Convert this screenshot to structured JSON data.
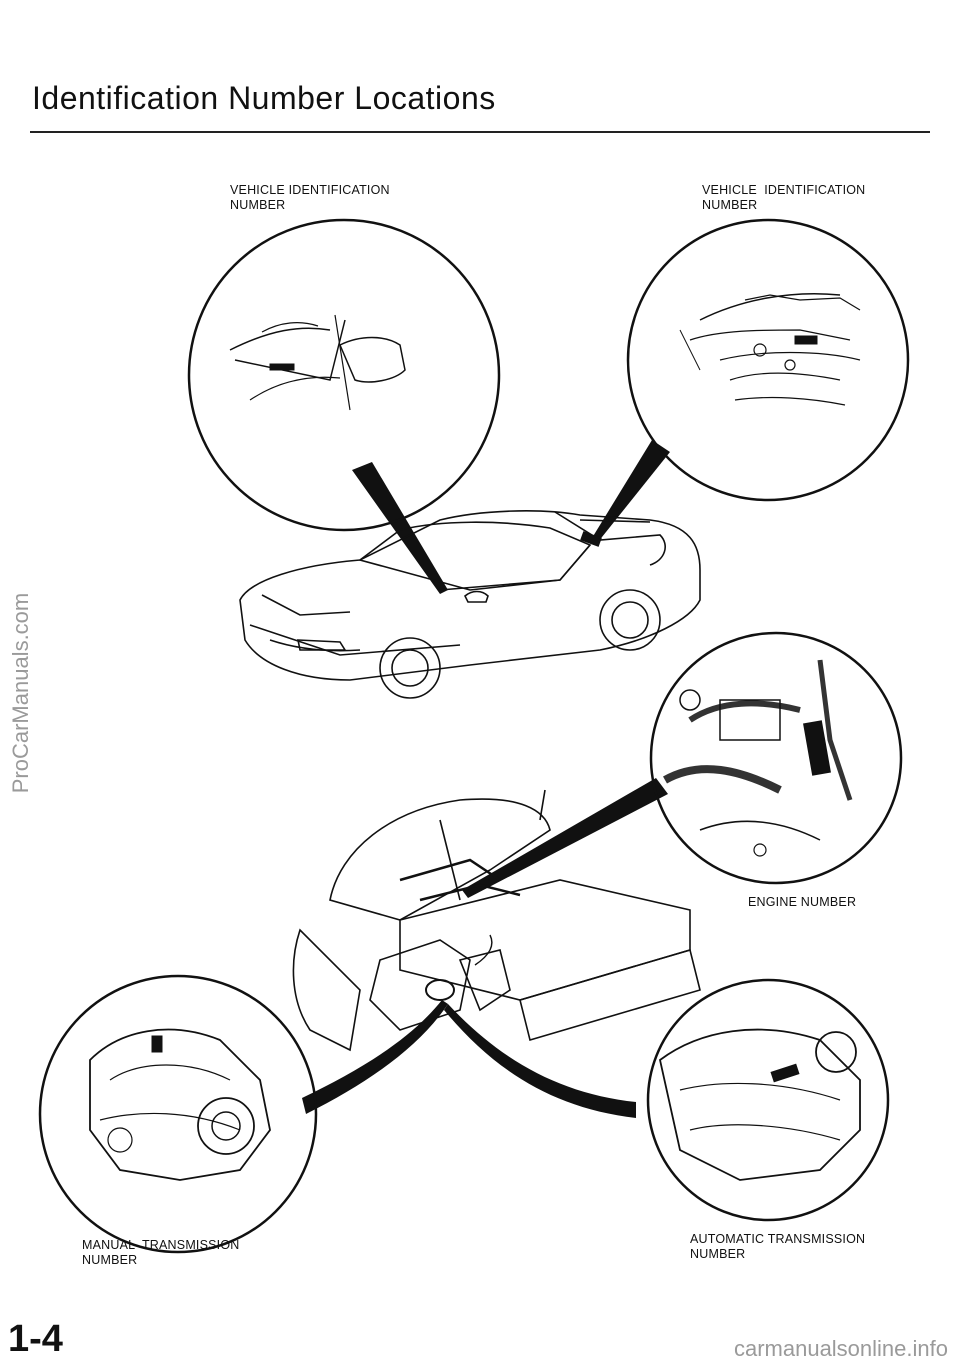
{
  "page": {
    "title": "Identification Number Locations",
    "page_number": "1-4"
  },
  "labels": {
    "vin_left_line1": "VEHICLE IDENTIFICATION",
    "vin_left_line2": "NUMBER",
    "vin_right_line1": "VEHICLE  IDENTIFICATION",
    "vin_right_line2": "NUMBER",
    "engine": "ENGINE NUMBER",
    "manual_line1": "MANUAL  TRANSMISSION",
    "manual_line2": "NUMBER",
    "auto_line1": "AUTOMATIC TRANSMISSION",
    "auto_line2": "NUMBER"
  },
  "watermark": {
    "side_text": "ProCarManuals.com",
    "footer_text": "carmanualsonline.info"
  },
  "colors": {
    "ink": "#111111",
    "watermark": "#9a9a9a"
  }
}
